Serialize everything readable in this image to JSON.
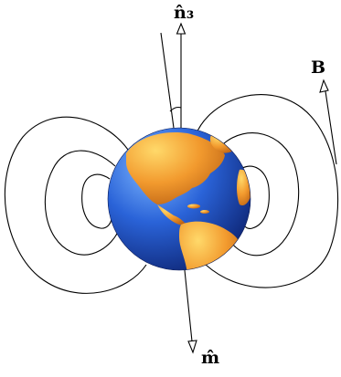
{
  "diagram": {
    "labels": {
      "axis_rotation": "n̂₃",
      "magnetic_field": "B",
      "magnetic_moment": "m̂"
    },
    "globe_colors": {
      "ocean_light": "#7fb8ff",
      "ocean_mid": "#2a63d8",
      "ocean_dark": "#0b1f6b",
      "land_light": "#ffd96a",
      "land_mid": "#f29a2e",
      "land_dark": "#b85e12"
    },
    "arrow_color": "#000000"
  }
}
